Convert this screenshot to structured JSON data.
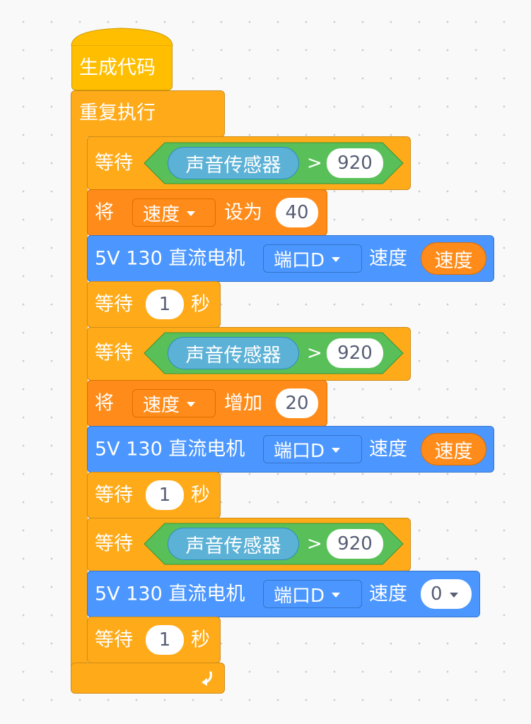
{
  "colors": {
    "hat": "#ffbf00",
    "control": "#ffab19",
    "variable": "#ff8c1a",
    "motor": "#4c97ff",
    "operator": "#59c059",
    "sensor": "#5cb1d6",
    "canvas": "#f9f9f9"
  },
  "hat": {
    "label": "生成代码"
  },
  "forever": {
    "label": "重复执行",
    "loop_icon": "loop-arrow-icon"
  },
  "blocks": [
    {
      "type": "wait_until",
      "label": "等待",
      "sensor": "声音传感器",
      "op": ">",
      "value": "920"
    },
    {
      "type": "set_var",
      "label": "将",
      "variable": "速度",
      "action": "设为",
      "value": "40"
    },
    {
      "type": "motor",
      "label": "5V 130 直流电机",
      "port": "端口D",
      "speed_label": "速度",
      "speed": "速度"
    },
    {
      "type": "wait_secs",
      "label": "等待",
      "value": "1",
      "unit": "秒"
    },
    {
      "type": "wait_until",
      "label": "等待",
      "sensor": "声音传感器",
      "op": ">",
      "value": "920"
    },
    {
      "type": "change_var",
      "label": "将",
      "variable": "速度",
      "action": "增加",
      "value": "20"
    },
    {
      "type": "motor",
      "label": "5V 130 直流电机",
      "port": "端口D",
      "speed_label": "速度",
      "speed": "速度"
    },
    {
      "type": "wait_secs",
      "label": "等待",
      "value": "1",
      "unit": "秒"
    },
    {
      "type": "wait_until",
      "label": "等待",
      "sensor": "声音传感器",
      "op": ">",
      "value": "920"
    },
    {
      "type": "motor",
      "label": "5V 130 直流电机",
      "port": "端口D",
      "speed_label": "速度",
      "speed": "0"
    },
    {
      "type": "wait_secs",
      "label": "等待",
      "value": "1",
      "unit": "秒"
    }
  ]
}
